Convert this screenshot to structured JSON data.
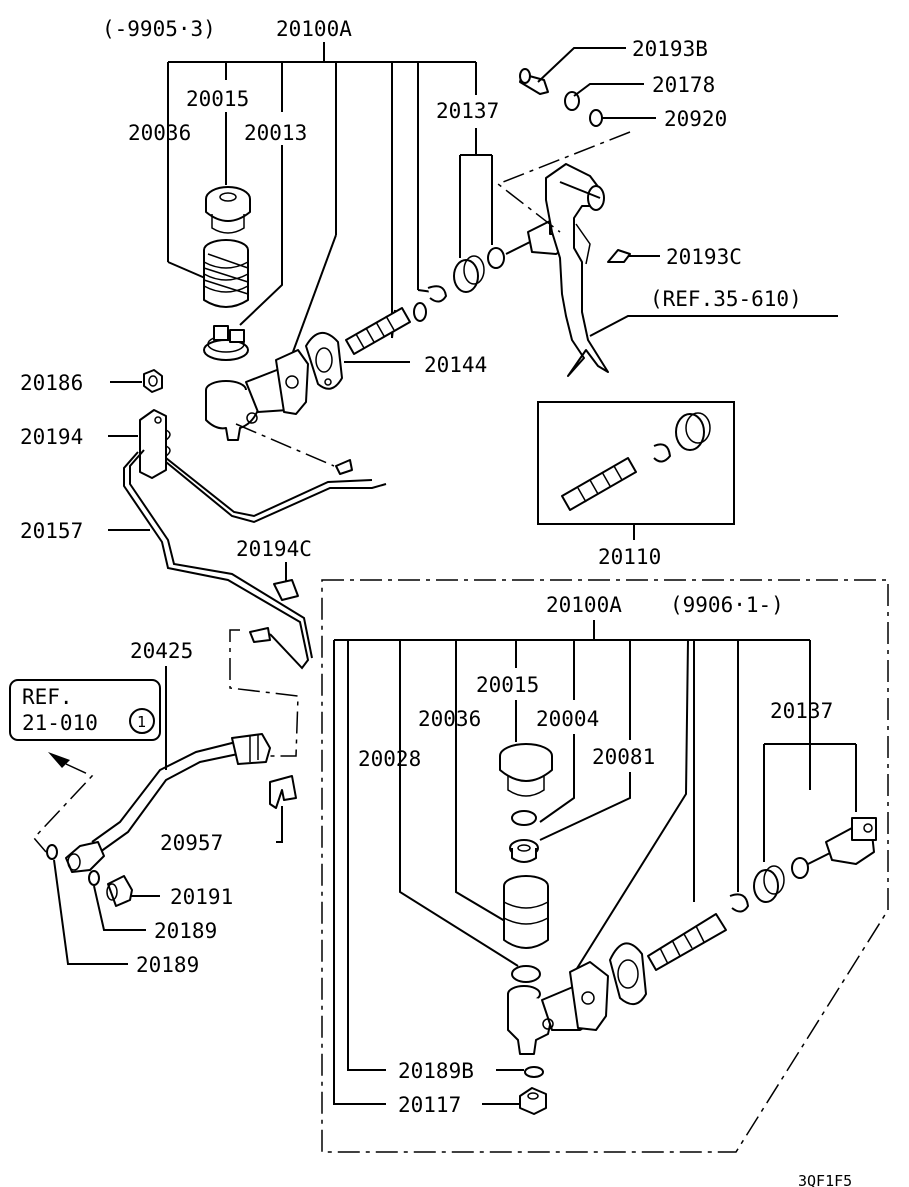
{
  "diagram_code": "3QF1F5",
  "upper": {
    "assembly_label": "20100A",
    "assembly_period": "(-9905·3)",
    "parts": {
      "p20015": "20015",
      "p20036": "20036",
      "p20013": "20013",
      "p20137": "20137",
      "p20193B": "20193B",
      "p20178": "20178",
      "p20920": "20920",
      "p20193C": "20193C",
      "p20144": "20144",
      "p20186": "20186",
      "p20194": "20194",
      "p20157": "20157",
      "p20194C": "20194C",
      "p20110": "20110",
      "p20425": "20425",
      "p20957": "20957",
      "p20191": "20191",
      "p20189a": "20189",
      "p20189b": "20189"
    },
    "ref_pedal": "(REF.35-610)",
    "ref_box": {
      "line1": "REF.",
      "line2": "21-010",
      "circle": "1"
    }
  },
  "lower": {
    "assembly_label": "20100A",
    "assembly_period": "(9906·1-)",
    "parts": {
      "p20015": "20015",
      "p20036": "20036",
      "p20004": "20004",
      "p20028": "20028",
      "p20081": "20081",
      "p20137": "20137",
      "p20189B": "20189B",
      "p20117": "20117"
    }
  }
}
